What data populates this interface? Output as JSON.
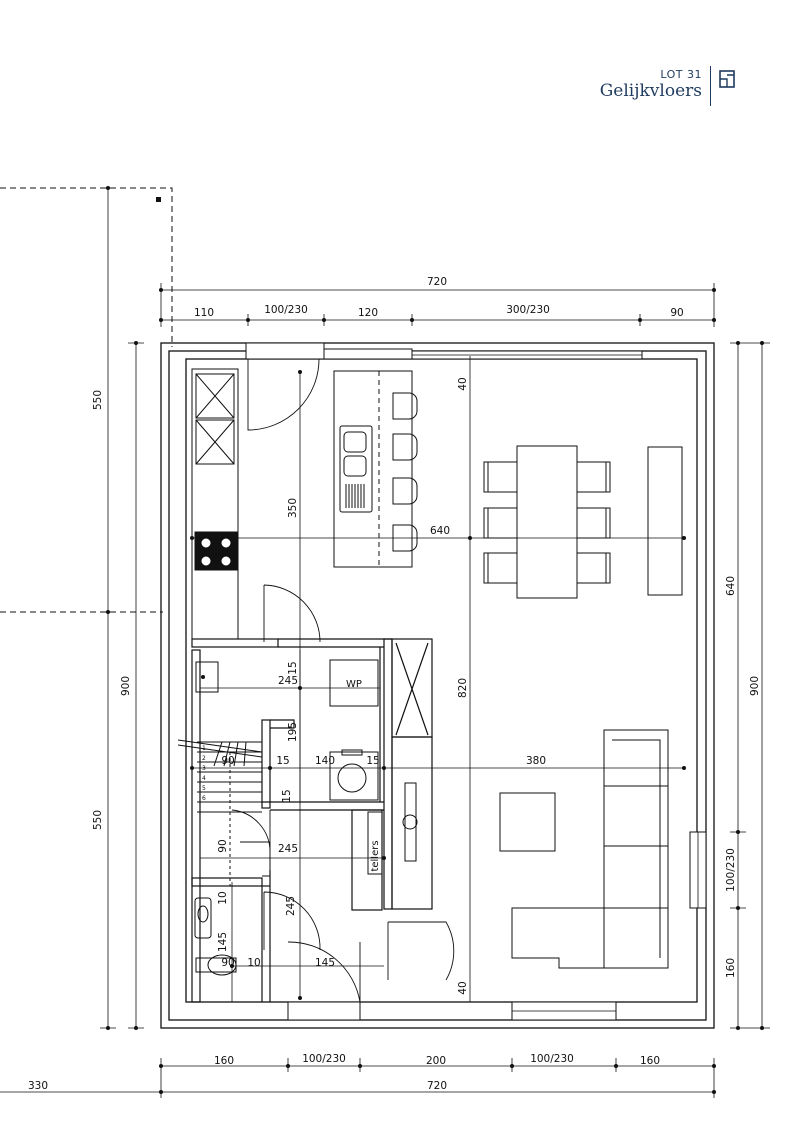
{
  "header": {
    "lot": "LOT 31",
    "floor": "Gelijkvloers"
  },
  "dimensions": {
    "top_total": "720",
    "top_segments": [
      "110",
      "100/230",
      "120",
      "300/230",
      "90"
    ],
    "bottom_segments": [
      "160",
      "100/230",
      "200",
      "100/230",
      "160"
    ],
    "bottom_total": "720",
    "bottom_left": "330",
    "left_outer": [
      "550",
      "900",
      "550"
    ],
    "right_inner": [
      "640",
      "100/230",
      "160"
    ],
    "right_outer": "900",
    "interior": [
      "640",
      "350",
      "820",
      "40",
      "40",
      "245",
      "195",
      "15",
      "140",
      "15",
      "15",
      "380",
      "90",
      "90",
      "245",
      "10",
      "245",
      "145",
      "10",
      "145",
      "90",
      "15"
    ]
  },
  "labels": {
    "wp": "WP",
    "tellers": "tellers",
    "stairs": [
      "1",
      "2",
      "3",
      "4",
      "5",
      "6"
    ]
  },
  "colors": {
    "brand": "#1f3a5f",
    "line": "#111111"
  }
}
